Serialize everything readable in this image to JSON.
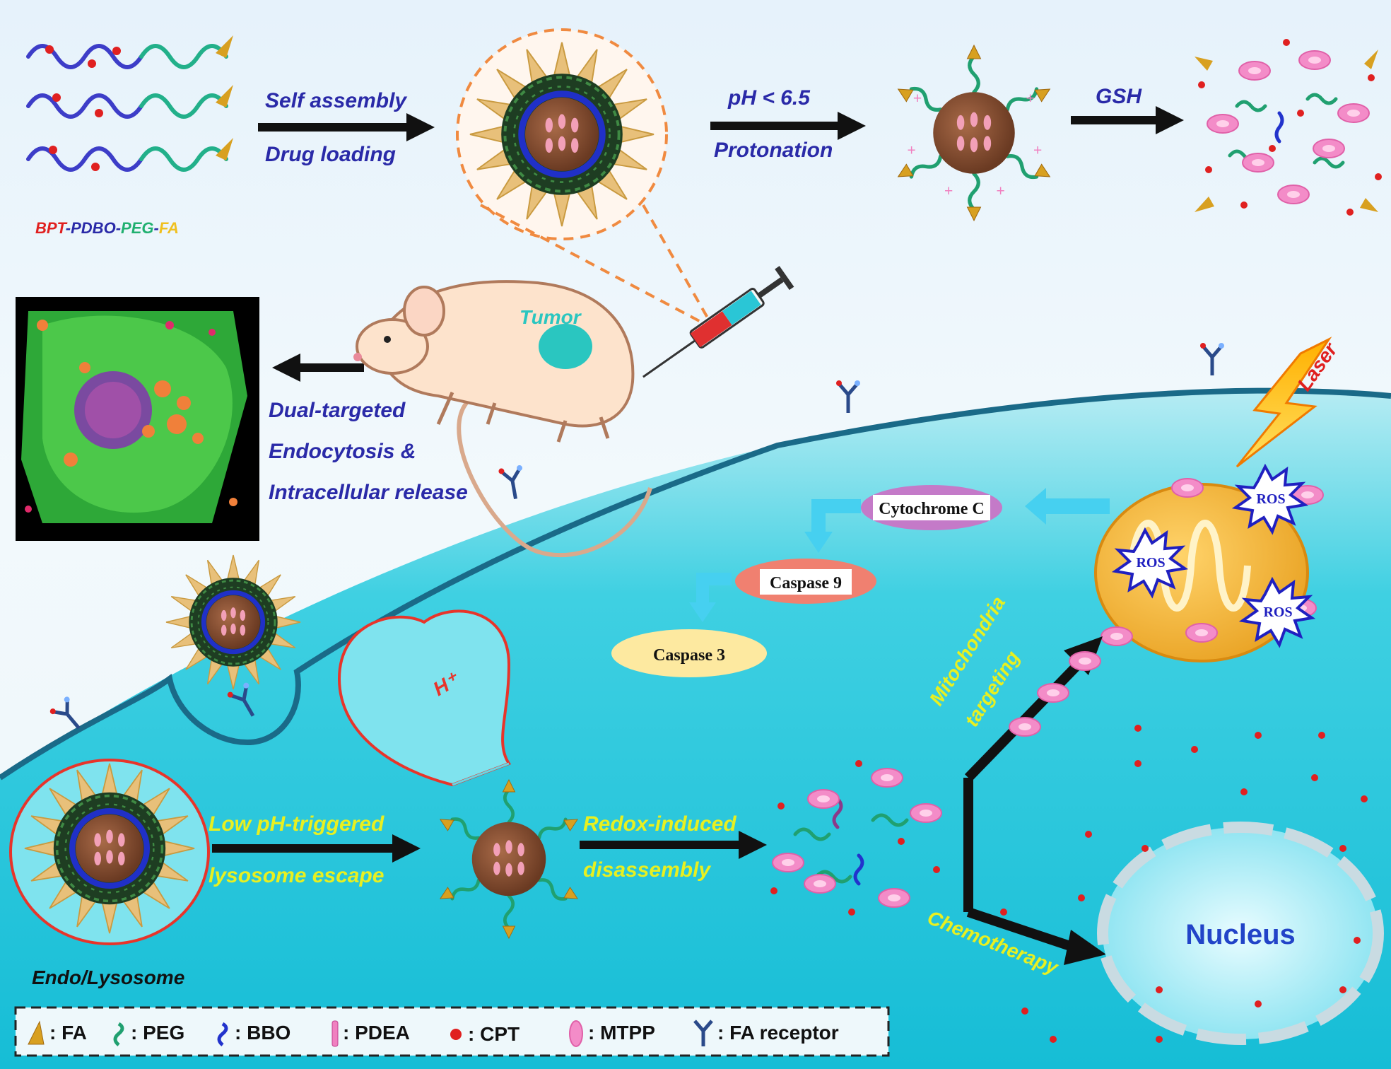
{
  "top": {
    "polymer_name": {
      "bpt": "BPT",
      "dash1": "-",
      "pdbo": "PDBO",
      "dash2": "-",
      "peg": "PEG",
      "dash3": "-",
      "fa": "FA"
    },
    "step1_line1": "Self assembly",
    "step1_line2": "Drug loading",
    "step2_line1": "pH < 6.5",
    "step2_line2": "Protonation",
    "step3": "GSH"
  },
  "mouse": {
    "tumor_label": "Tumor"
  },
  "uptake": {
    "line1": "Dual-targeted",
    "line2": "Endocytosis &",
    "line3": "Intracellular release"
  },
  "laser_label": "Laser",
  "ros_label": "ROS",
  "apoptosis": {
    "cytochrome": "Cytochrome C",
    "caspase9": "Caspase 9",
    "caspase3": "Caspase 3"
  },
  "proton_label": "H⁺",
  "cell_steps": {
    "escape_line1": "Low pH-triggered",
    "escape_line2": "lysosome escape",
    "redox_line1": "Redox-induced",
    "redox_line2": "disassembly",
    "mito_line1": "Mitochondria",
    "mito_line2": "targeting",
    "chemo": "Chemotherapy"
  },
  "endo_label": "Endo/Lysosome",
  "nucleus_label": "Nucleus",
  "legend": [
    {
      "icon": "fa-cone-icon",
      "label": ": FA"
    },
    {
      "icon": "peg-chain-icon",
      "label": ": PEG"
    },
    {
      "icon": "bbo-chain-icon",
      "label": ": BBO"
    },
    {
      "icon": "pdea-segment-icon",
      "label": ": PDEA"
    },
    {
      "icon": "cpt-dot-icon",
      "label": ": CPT"
    },
    {
      "icon": "mtpp-diamond-icon",
      "label": ": MTPP"
    },
    {
      "icon": "fa-receptor-icon",
      "label": ": FA receptor"
    }
  ],
  "colors": {
    "cytoplasm": "#1cc8dc",
    "arrow": "#111111",
    "step_text": "#2a2aa8",
    "cell_text": "#e8f020",
    "fa_gold": "#d8a020",
    "peg_green": "#20b070",
    "bbo_blue": "#2233cc",
    "cpt_red": "#e02020",
    "mtpp_pink": "#f080c0"
  }
}
